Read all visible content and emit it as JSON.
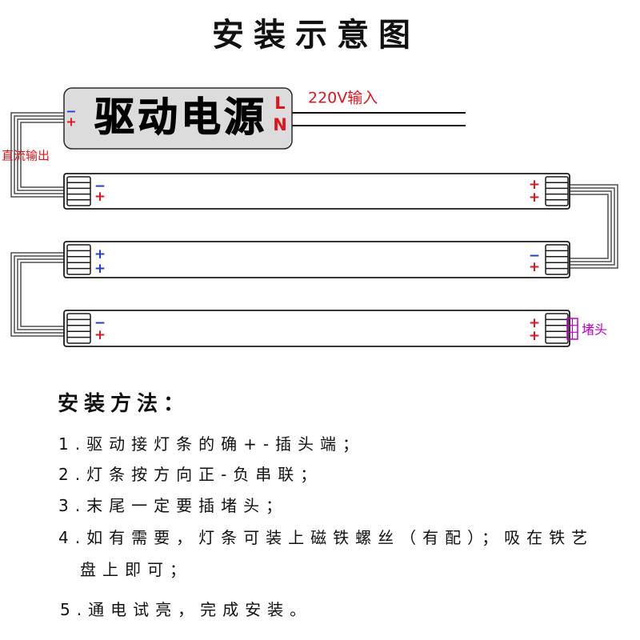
{
  "title": "安装示意图",
  "driver": {
    "label": "驱动电源",
    "minus": "−",
    "plus": "+",
    "l": "L",
    "n": "N"
  },
  "input_label": "220V输入",
  "output_label": "直流输出",
  "strips": [
    {
      "left_top": "−",
      "left_bottom": "+",
      "right_top": "+",
      "right_bottom": "+"
    },
    {
      "left_top": "+",
      "left_bottom": "+",
      "right_top": "−",
      "right_bottom": "+"
    },
    {
      "left_top": "−",
      "left_bottom": "+",
      "right_top": "+",
      "right_bottom": "+"
    }
  ],
  "end_cap_label": "堵头",
  "method": {
    "heading": "安装方法：",
    "steps": [
      {
        "text": "1.驱动接灯条的确+-插头端；"
      },
      {
        "text": "2.灯条按方向正-负串联；"
      },
      {
        "text": "3.末尾一定要插堵头；"
      },
      {
        "text": "4.如有需要，灯条可装上磁铁螺丝（有配）；吸在铁艺",
        "text_cont": "盘上即可；"
      },
      {
        "text": "5.通电试亮，完成安装。"
      }
    ]
  },
  "colors": {
    "red": "#e3131c",
    "blue": "#1f3fd1",
    "magenta": "#c000c8",
    "driver_fill": "#dcdcdc"
  }
}
